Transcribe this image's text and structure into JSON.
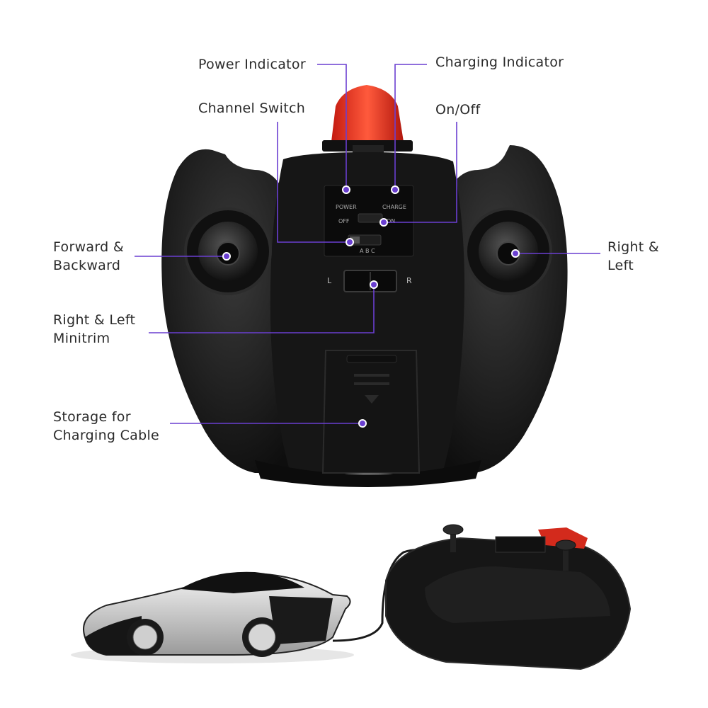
{
  "labels": {
    "power_indicator": [
      "Power Indicator"
    ],
    "charging_indicator": [
      "Charging Indicator"
    ],
    "channel_switch": [
      "Channel Switch"
    ],
    "on_off": [
      "On/Off"
    ],
    "forward_backward": [
      "Forward &",
      "Backward"
    ],
    "right_left": [
      "Right &",
      "Left"
    ],
    "minitrim": [
      "Right & Left",
      "Minitrim"
    ],
    "storage": [
      "Storage for",
      "Charging Cable"
    ]
  },
  "panel_markings": {
    "power": "POWER",
    "charge": "CHARGE",
    "off": "OFF",
    "on": "ON",
    "channels": "A  B  C",
    "trim_left": "L",
    "trim_right": "R"
  },
  "colors": {
    "callout": "#6a3fd1",
    "controller": "#1a1a1a",
    "antenna": "#e8321e",
    "power_led": "#d6231b",
    "charge_led": "#3fae3a"
  }
}
